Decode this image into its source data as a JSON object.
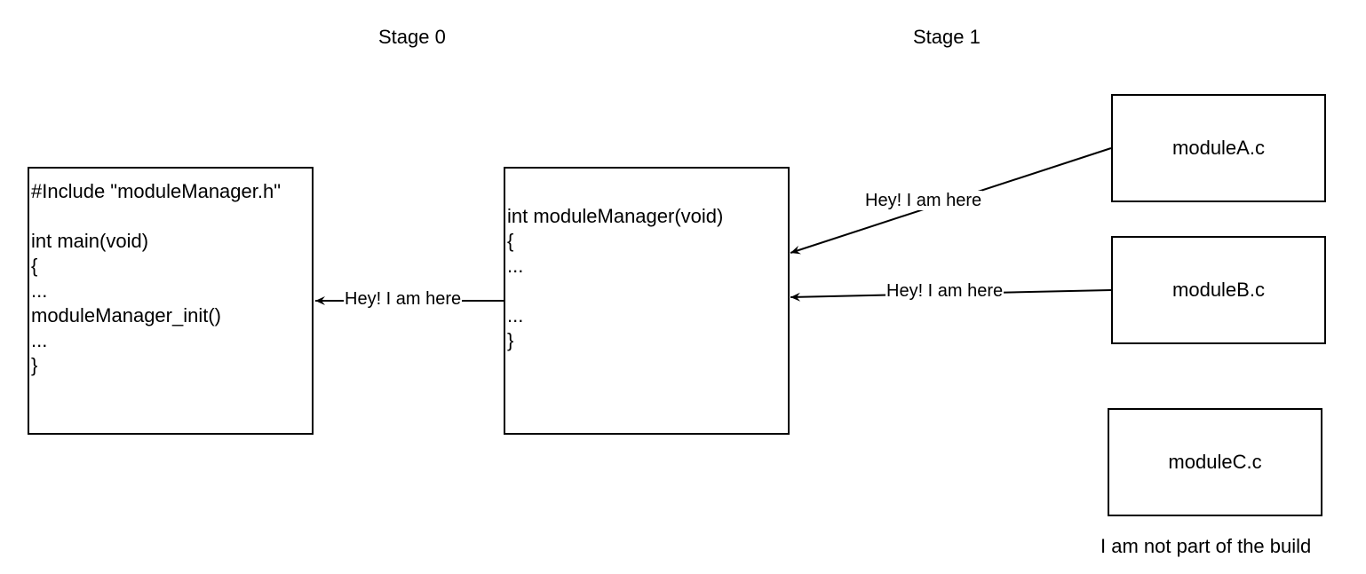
{
  "stages": {
    "stage0": "Stage 0",
    "stage1": "Stage 1"
  },
  "main_box": {
    "lines": [
      "#Include \"moduleManager.h\"",
      "",
      "int main(void)",
      "{",
      "...",
      "moduleManager_init()",
      "...",
      "}"
    ]
  },
  "manager_box": {
    "lines": [
      "int moduleManager(void)",
      "{",
      "...",
      "",
      "...",
      "}"
    ]
  },
  "modules": {
    "a": "moduleA.c",
    "b": "moduleB.c",
    "c": "moduleC.c"
  },
  "edges": {
    "manager_to_main": "Hey! I am here",
    "moduleA_to_manager": "Hey! I am here",
    "moduleB_to_manager": "Hey! I am here"
  },
  "notes": {
    "moduleC": "I am not part of the build"
  }
}
